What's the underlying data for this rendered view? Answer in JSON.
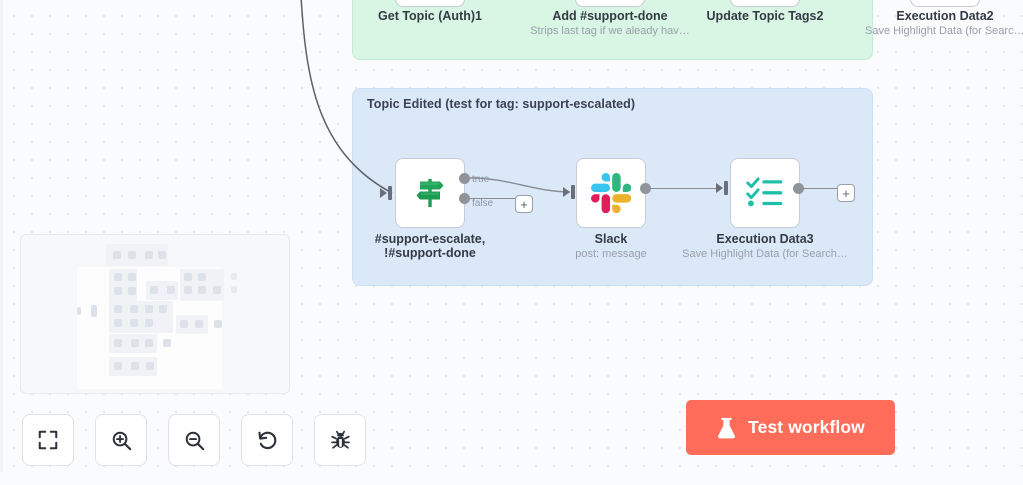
{
  "app": {
    "canvas_background": "#fafbfc",
    "accent_color": "#ff6d5a"
  },
  "groups": [
    {
      "id": "green-group",
      "title": "",
      "color": "#d9f5e3",
      "nodes": [
        {
          "title": "Get Topic (Auth)1",
          "subtitle": ""
        },
        {
          "title": "Add #support-done",
          "subtitle": "Strips last tag if we aleady hav…"
        },
        {
          "title": "Update Topic Tags2",
          "subtitle": ""
        },
        {
          "title": "Execution Data2",
          "subtitle": "Save Highlight Data (for Search…"
        }
      ]
    },
    {
      "id": "blue-group",
      "title": "Topic Edited (test for tag: support-escalated)",
      "color": "#dbe8f7",
      "nodes": [
        {
          "title": "#support-escalate,\n!#support-done",
          "subtitle": "",
          "icon": "signpost-icon",
          "outputs": [
            {
              "label": "true"
            },
            {
              "label": "false"
            }
          ]
        },
        {
          "title": "Slack",
          "subtitle": "post: message",
          "icon": "slack-icon",
          "outputs": []
        },
        {
          "title": "Execution Data3",
          "subtitle": "Save Highlight Data (for Search…",
          "icon": "checklist-icon",
          "outputs": []
        }
      ]
    }
  ],
  "toolbar": {
    "buttons": [
      {
        "name": "zoom-to-fit-button",
        "icon": "fit-screen-icon"
      },
      {
        "name": "zoom-in-button",
        "icon": "zoom-in-icon"
      },
      {
        "name": "zoom-out-button",
        "icon": "zoom-out-icon"
      },
      {
        "name": "reset-zoom-button",
        "icon": "undo-icon"
      },
      {
        "name": "debug-button",
        "icon": "bug-icon"
      }
    ]
  },
  "test_workflow": {
    "label": "Test workflow",
    "icon": "flask-icon",
    "color": "#ff6d5a"
  },
  "minimap": {
    "name": "canvas-minimap"
  }
}
